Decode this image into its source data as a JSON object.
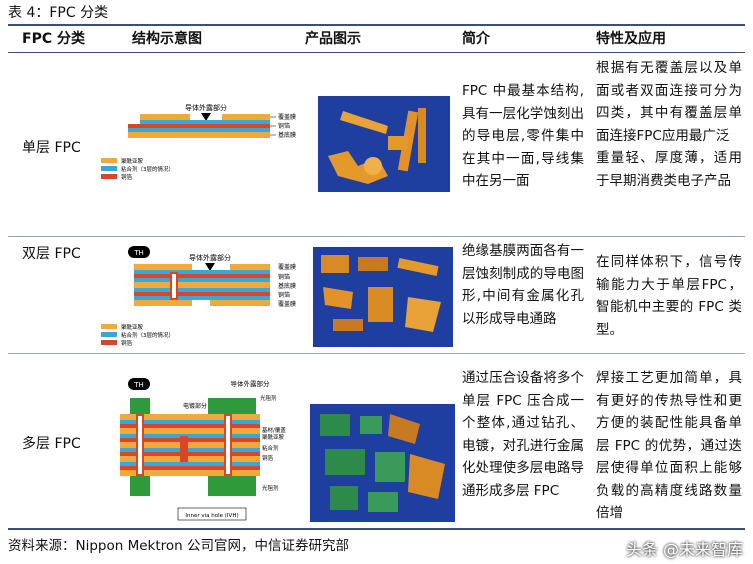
{
  "caption": "表 4：FPC 分类",
  "headers": [
    "FPC 分类",
    "结构示意图",
    "产品图示",
    "简介",
    "特性及应用"
  ],
  "rows": [
    {
      "label": "单层 FPC",
      "diagram": {
        "callout": "导体外露部分",
        "labels": [
          "覆盖膜",
          "铜箔",
          "基底膜"
        ],
        "legend": [
          "聚酰亚胺",
          "粘合剂（3层的情况）",
          "铜箔"
        ]
      },
      "desc": "FPC 中最基本结构,具有一层化学蚀刻出的导电层,零件集中在其中一面,导线集中在另一面",
      "feat": [
        "根据有无覆盖层以及单面或者双面连接可分为四类，其中有覆盖层单面连接FPC应用最广泛",
        "重量轻、厚度薄，适用于早期消费类电子产品"
      ]
    },
    {
      "label": "双层 FPC",
      "diagram": {
        "th": "TH",
        "callout": "导体外露部分",
        "labels": [
          "覆盖膜",
          "铜箔",
          "基底膜",
          "铜箔",
          "覆盖膜"
        ],
        "legend": [
          "聚酰亚胺",
          "粘合剂（3层的情况）",
          "铜箔"
        ]
      },
      "desc": "绝缘基膜两面各有一层蚀刻制成的导电图形,中间有金属化孔以形成导电通路",
      "feat": [
        "在同样体积下，信号传输能力大于单层FPC，智能机中主要的 FPC 类型。"
      ]
    },
    {
      "label": "多层 FPC",
      "diagram": {
        "th": "TH",
        "callout": "导体外露部分",
        "callout2": "电镀部分",
        "top_label": "光阻剂",
        "labels": [
          "基材/覆盖",
          "聚酰亚胺",
          "粘合剂",
          "铜箔"
        ],
        "bottom_label": "光阻剂",
        "ivh": "Inner via hole (IVH)"
      },
      "desc": "通过压合设备将多个单层 FPC 压合成一个整体,通过钻孔、电镀，对孔进行金属化处理使多层电路导通形成多层 FPC",
      "feat": [
        "焊接工艺更加简单，具有更好的传热导性和更方便的装配性能具备单层 FPC 的优势，通过迭层使得单位面积上能够负载的高精度线路数量倍增"
      ]
    }
  ],
  "footer": "资料来源：Nippon Mektron 公司官网，中信证券研究部",
  "watermark": "头条 @未来智库",
  "colors": {
    "polyimide": "#f2a93b",
    "adhesive": "#38a8d8",
    "copper": "#d8462a",
    "photo_bg": "#1e3fa0",
    "rule": "#3b4f7a"
  }
}
